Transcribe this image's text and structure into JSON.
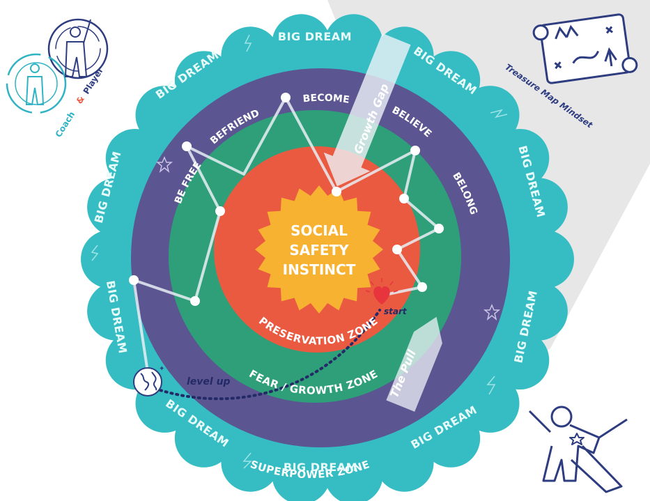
{
  "center": {
    "lines": [
      "SOCIAL",
      "SAFETY",
      "INSTINCT"
    ]
  },
  "zones": {
    "preservation": "PRESERVATION ZONE",
    "fear_growth": "FEAR / GROWTH ZONE",
    "superpower": "SUPERPOWER ZONE",
    "big_dream": "BIG DREAM"
  },
  "steps": {
    "be_free": "BE FREE",
    "befriend": "BEFRIEND",
    "become": "BECOME",
    "believe": "BELIEVE",
    "belong": "BELONG"
  },
  "annotations": {
    "growth_gap": "Growth Gap",
    "the_pull": "The Pull",
    "start": "start",
    "level_up": "level up"
  },
  "logos": {
    "coach_player_coach": "Coach",
    "coach_player_amp": "&",
    "coach_player_player": "Player",
    "treasure_map": "Treasure Map Mindset"
  },
  "colors": {
    "big_dream": "#36bdc3",
    "superpower": "#5b5591",
    "fear_growth": "#2e9f79",
    "preservation": "#ea5a41",
    "center_burst": "#f7b232",
    "heart": "#e8343d",
    "navy": "#2e3c80",
    "coach_teal": "#30b3c4",
    "arrow": "#eef2f7"
  },
  "icons": {
    "coach_logo": "coach-and-player-icon",
    "treasure_logo": "treasure-map-icon",
    "superhero": "superhero-icon",
    "globe": "globe-icon",
    "heart": "heart-icon",
    "stars": "star-icon",
    "lightning": "lightning-icon"
  }
}
